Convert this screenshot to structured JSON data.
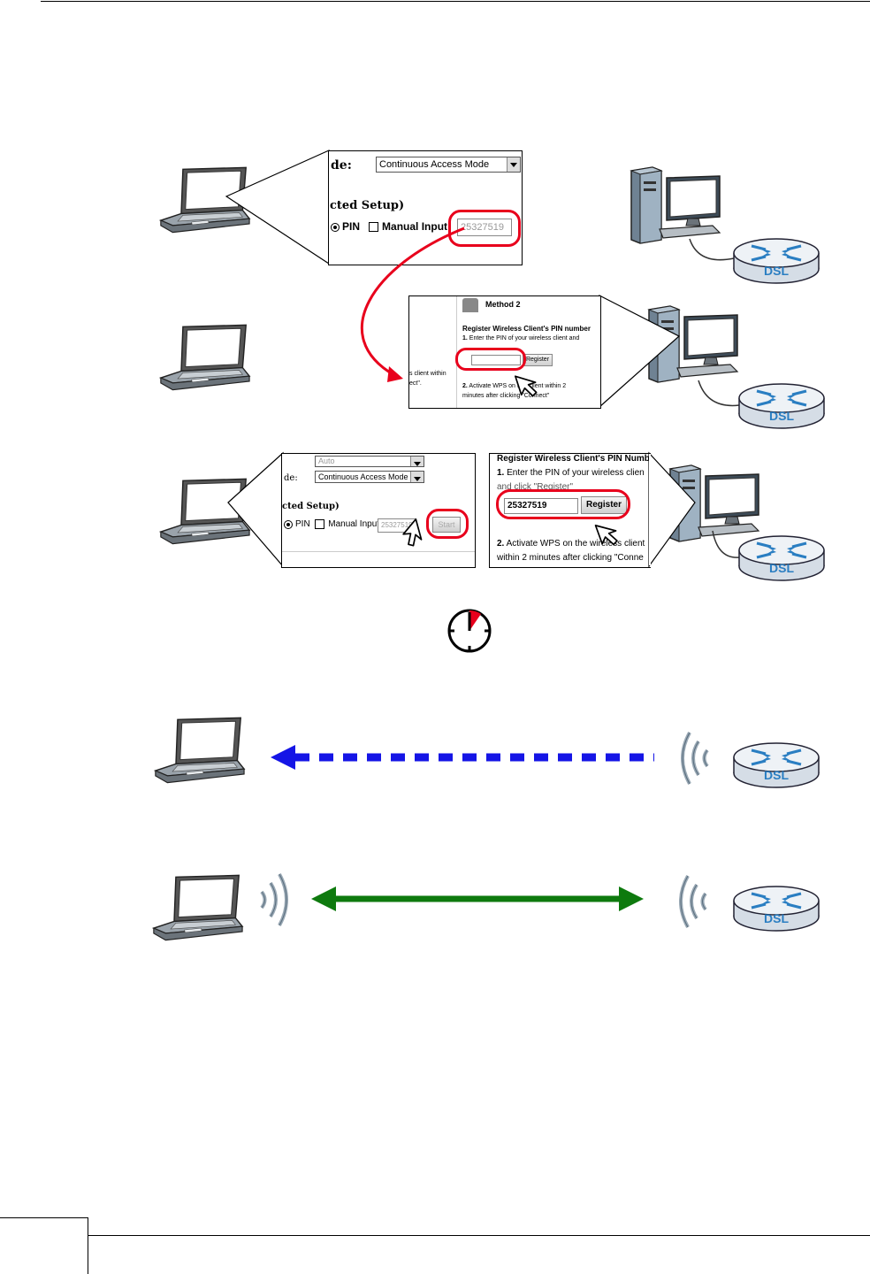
{
  "panel1": {
    "mode_label": "de:",
    "mode_value": "Continuous Access Mode",
    "section_title": "cted Setup)",
    "pin_label": "PIN",
    "manual_label": "Manual Input",
    "pin_value": "25327519"
  },
  "panel2": {
    "method_title": "Method 2",
    "heading": "Register Wireless Client's PIN number",
    "step1_prefix": "1.",
    "step1_text": "Enter the PIN of your wireless client and",
    "register_label": "Register",
    "left_partial_1": "s client within",
    "left_partial_2": "ect\".",
    "step2_prefix": "2.",
    "step2_line1": "Activate WPS on th      s client within 2",
    "step2_line2": "minutes after clicking \"Connect\""
  },
  "panel3": {
    "auto_value": "Auto",
    "mode_label": "de:",
    "mode_value": "Continuous Access Mode",
    "section_title": "cted Setup)",
    "pin_label": "PIN",
    "manual_label": "Manual Input",
    "pin_value": "25327519",
    "start_label": "Start"
  },
  "panel4": {
    "heading": "Register Wireless Client's PIN Numb",
    "step1_prefix": "1.",
    "step1_text": " Enter the PIN of your wireless clien",
    "step1_line2": "and click \"Register\"",
    "pin_value": "25327519",
    "register_label": "Register",
    "step2_prefix": "2.",
    "step2_line1": " Activate WPS on the wireless client",
    "step2_line2": "within 2 minutes after clicking \"Conne"
  },
  "router_label": "DSL",
  "colors": {
    "highlight_red": "#e8001c",
    "arrow_blue": "#1515e6",
    "arrow_green": "#0e7a0e",
    "router_body": "#e7edf4"
  },
  "icons": {
    "laptop": "laptop-icon",
    "desktop": "desktop-computer-icon",
    "router": "dsl-router-icon",
    "timer": "timer-icon",
    "cursor": "pointer-cursor-icon",
    "waves": "wireless-signal-icon"
  }
}
